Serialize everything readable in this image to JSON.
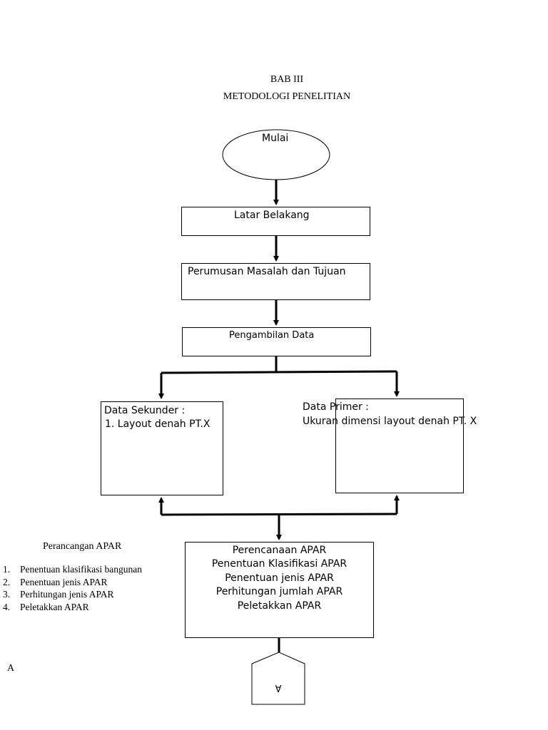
{
  "document": {
    "title": "BAB III",
    "subtitle": "METODOLOGI PENELITIAN"
  },
  "flowchart": {
    "start": "Mulai",
    "step1": "Latar Belakang",
    "step2": "Perumusan Masalah dan Tujuan",
    "step3": "Pengambilan Data",
    "secondary": {
      "title": "Data Sekunder :",
      "item": "1. Layout denah PT.X"
    },
    "primary": {
      "title": "Data Primer :",
      "item": "Ukuran dimensi layout denah PT. X"
    },
    "planning": [
      "Perencanaan APAR",
      "Penentuan Klasifikasi APAR",
      "Penentuan jenis APAR",
      "Perhitungan jumlah APAR",
      "Peletakkan APAR"
    ],
    "connector": "A"
  },
  "side_notes": {
    "heading": "Perancangan APAR",
    "items": [
      {
        "num": "1.",
        "text": "Penentuan klasifikasi bangunan"
      },
      {
        "num": "2.",
        "text": "Penentuan jenis APAR"
      },
      {
        "num": "3.",
        "text": "Perhitungan jenis APAR"
      },
      {
        "num": "4.",
        "text": "Peletakkan APAR"
      }
    ],
    "marker": "A"
  }
}
